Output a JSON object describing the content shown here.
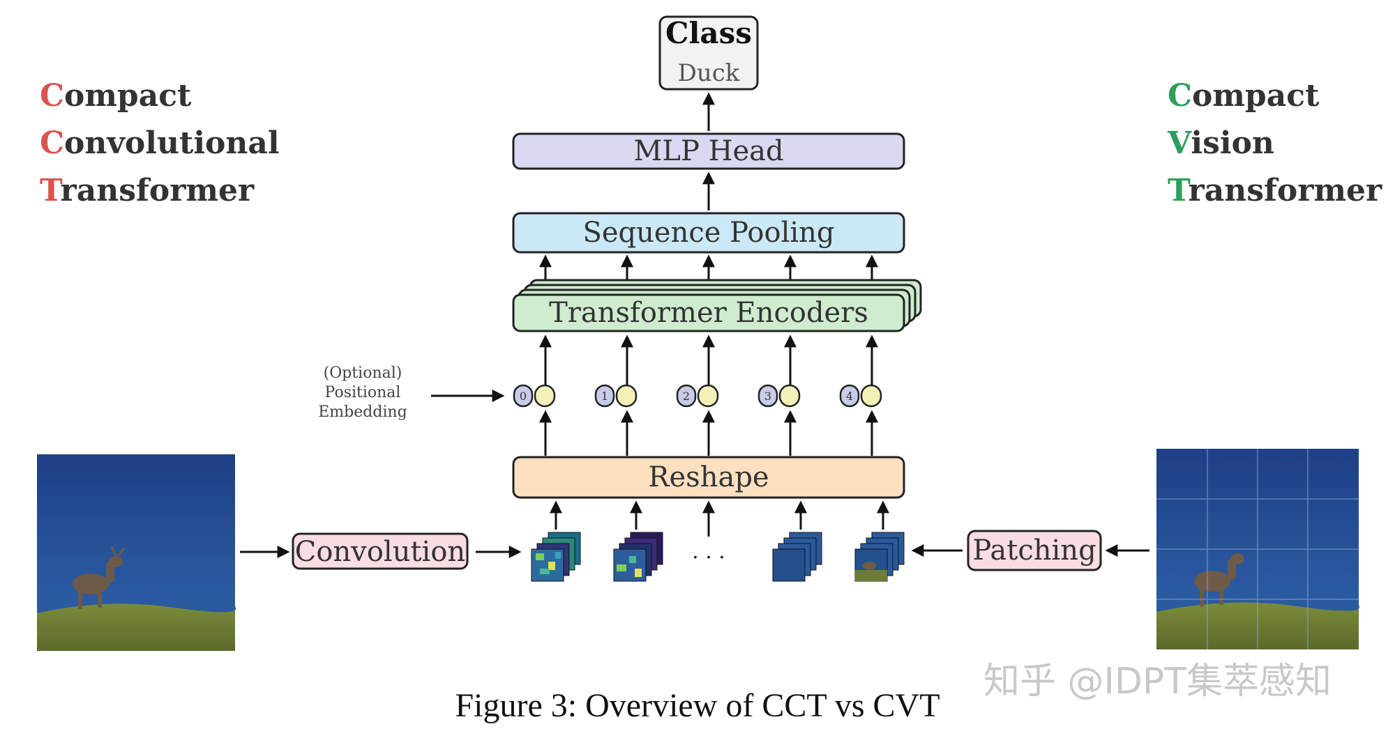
{
  "cct_title": {
    "l1_initial": "C",
    "l1_rest": "ompact",
    "l2_initial": "C",
    "l2_rest": "onvolutional",
    "l3_initial": "T",
    "l3_rest": "ransformer"
  },
  "cvt_title": {
    "l1_initial": "C",
    "l1_rest": "ompact",
    "l2_initial": "V",
    "l2_rest": "ision",
    "l3_initial": "T",
    "l3_rest": "ransformer"
  },
  "class_box": {
    "title": "Class",
    "label": "Duck"
  },
  "blocks": {
    "mlp_head": "MLP Head",
    "sequence_pooling": "Sequence Pooling",
    "transformer_encoders": "Transformer Encoders",
    "reshape": "Reshape",
    "convolution": "Convolution",
    "patching": "Patching"
  },
  "positional_embedding": {
    "line1": "(Optional)",
    "line2": "Positional",
    "line3": "Embedding"
  },
  "token_indices": [
    "0",
    "1",
    "2",
    "3",
    "4"
  ],
  "ellipsis": "· · ·",
  "caption": "Figure 3: Overview of CCT vs CVT",
  "watermark": "知乎 @IDPT集萃感知",
  "colors": {
    "mlp_head": "#d9d9f2",
    "sequence_pooling": "#cbe8f6",
    "transformer_encoders": "#cfeccf",
    "reshape": "#fde0c0",
    "convolution": "#f9dde3",
    "patching": "#f9dde3",
    "token_index": "#c9cce8",
    "token_embed": "#f3f0b8",
    "cct_accent": "#d9534f",
    "cvt_accent": "#2e9e5b",
    "sky": "#1f4a8f",
    "ground": "#6d7d35"
  }
}
